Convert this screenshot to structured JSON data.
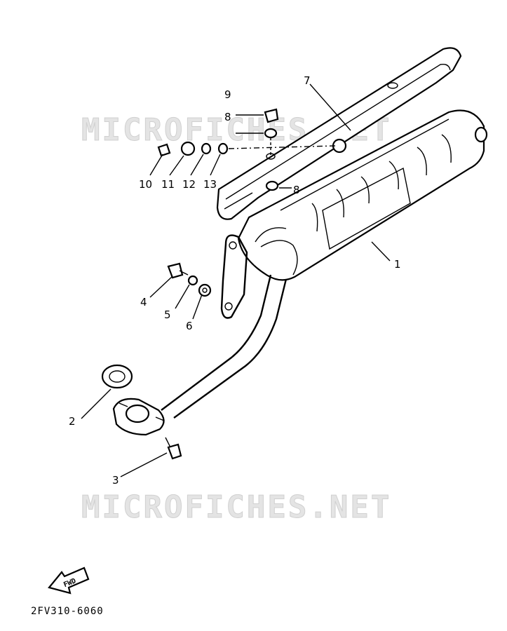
{
  "watermark": "MICROFICHES.NET",
  "drawing_code": "2FV310-6060",
  "fwd_label": "FWD",
  "callouts": {
    "c1": "1",
    "c2": "2",
    "c3": "3",
    "c4": "4",
    "c5": "5",
    "c6": "6",
    "c7": "7",
    "c8a": "8",
    "c8b": "8",
    "c9": "9",
    "c10": "10",
    "c11": "11",
    "c12": "12",
    "c13": "13"
  }
}
